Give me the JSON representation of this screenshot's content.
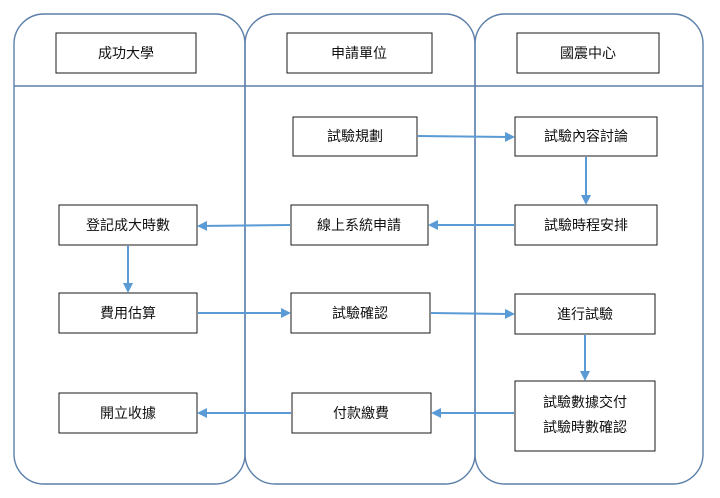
{
  "lanes": [
    {
      "id": "university",
      "title": "成功大學"
    },
    {
      "id": "applicant",
      "title": "申請單位"
    },
    {
      "id": "ncree",
      "title": "國震中心"
    }
  ],
  "nodes": {
    "plan": "試驗規劃",
    "discuss": "試驗內容討論",
    "online_apply": "線上系統申請",
    "schedule": "試驗時程安排",
    "register_hours": "登記成大時數",
    "estimate": "費用估算",
    "confirm": "試驗確認",
    "execute": "進行試驗",
    "deliver_line1": "試驗數據交付",
    "deliver_line2": "試驗時數確認",
    "receipt": "開立收據",
    "payment": "付款繳費"
  },
  "colors": {
    "lane_border": "#5b7fa9",
    "arrow": "#5b9bd5",
    "box_border": "#1a1a1a"
  }
}
